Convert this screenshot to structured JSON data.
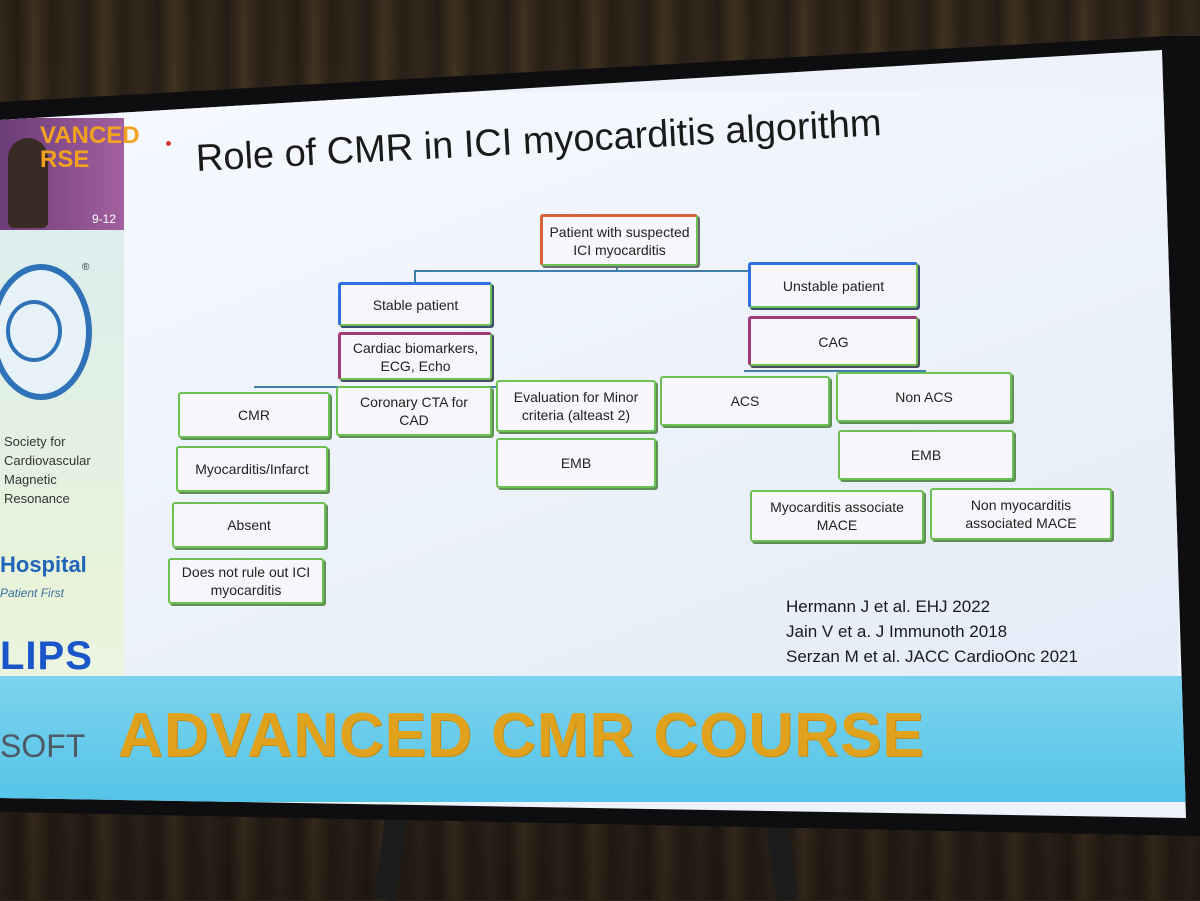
{
  "slide": {
    "title": "Role of CMR in ICI myocarditis algorithm"
  },
  "flowchart": {
    "root": "Patient with suspected ICI myocarditis",
    "stable": "Stable patient",
    "unstable": "Unstable patient",
    "biomarkers": "Cardiac biomarkers, ECG, Echo",
    "cag": "CAG",
    "cmr": "CMR",
    "coronary_cta": "Coronary CTA for CAD",
    "minor_criteria": "Evaluation for Minor criteria (alteast 2)",
    "acs": "ACS",
    "non_acs": "Non ACS",
    "myocarditis_infarct": "Myocarditis/Infarct",
    "emb_left": "EMB",
    "emb_right": "EMB",
    "absent": "Absent",
    "does_not_rule_out": "Does not rule out ICI myocarditis",
    "myocarditis_mace": "Myocarditis associate MACE",
    "non_myocarditis_mace": "Non myocarditis associated MACE"
  },
  "references": [
    "Hermann J et al. EHJ 2022",
    "Jain V et a. J Immunoth 2018",
    "Serzan M et al. JACC CardioOnc 2021"
  ],
  "banner": {
    "title": "ADVANCED CMR COURSE"
  },
  "sidebar": {
    "video_text_1": "VANCED",
    "video_text_2": "RSE",
    "video_dates": "9-12",
    "society_line1": "Society for",
    "society_line2": "Cardiovascular",
    "society_line3": "Magnetic",
    "society_line4": "Resonance",
    "hospital": "Hospital",
    "patient_first": "Patient First",
    "sponsor": "LIPS",
    "sponsor2": "SOFT",
    "reg": "®"
  }
}
